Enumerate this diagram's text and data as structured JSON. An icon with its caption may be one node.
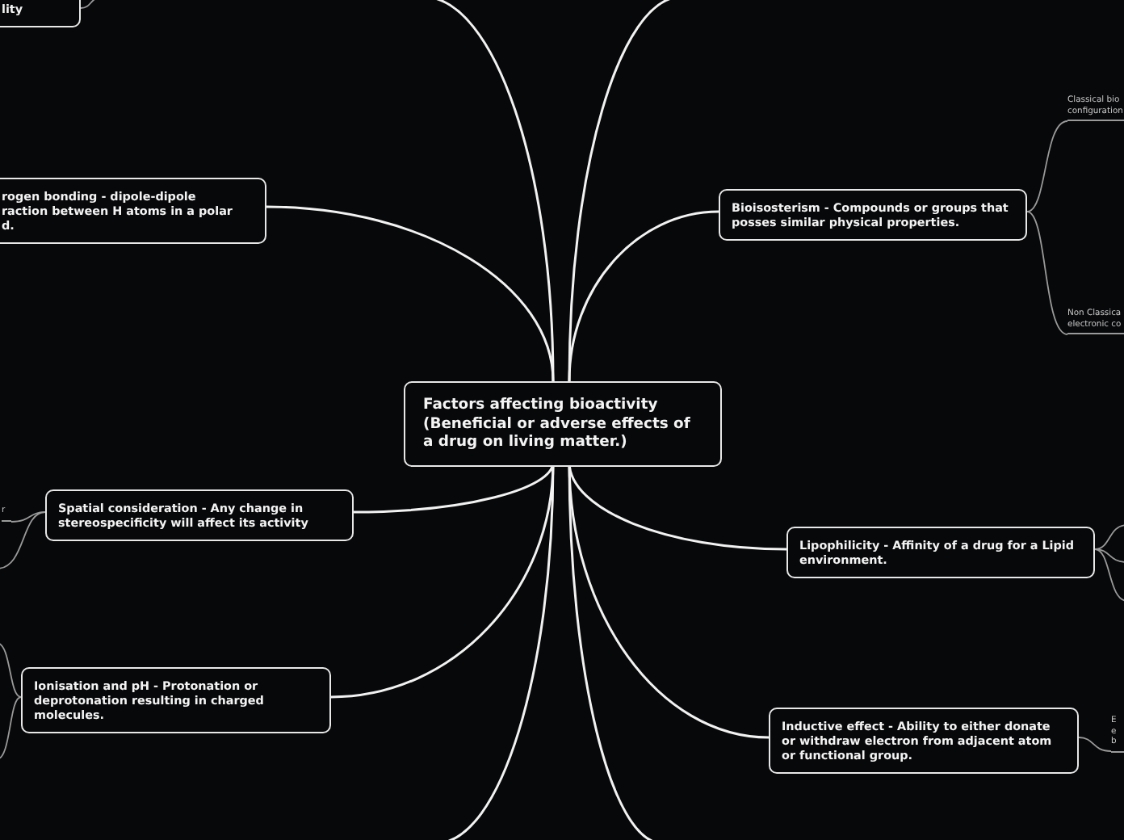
{
  "diagram": {
    "nodes": [
      {
        "text": [
          "Factors affecting bioactivity (Beneficial or adverse effects of a drug on living matter.)"
        ]
      },
      {
        "text": [
          "lity"
        ]
      },
      {
        "text": [
          "rogen bonding - dipole-dipole raction between H atoms in a polar d."
        ]
      },
      {
        "text": [
          "Bioisosterism - Compounds or groups that posses similar physical properties."
        ]
      },
      {
        "text": [
          "Classical bio configuration"
        ]
      },
      {
        "text": [
          "Non Classica electronic co"
        ]
      },
      {
        "text": [
          "Spatial consideration - Any change in stereospecificity will affect its activity"
        ]
      },
      {
        "text": [
          "r"
        ]
      },
      {
        "text": [
          "Lipophilicity  - Affinity of a drug for a Lipid environment."
        ]
      },
      {
        "text": [
          "Inductive effect - Ability to either donate or withdraw electron from adjacent atom or functional group."
        ]
      },
      {
        "text": [
          "E e b"
        ]
      },
      {
        "text": [
          "Ionisation and pH - Protonation or deprotonation resulting in charged molecules."
        ]
      }
    ],
    "edges": [
      {
        "from": 0,
        "to": 2,
        "arrow": "none"
      },
      {
        "from": 0,
        "to": 3,
        "arrow": "none"
      },
      {
        "from": 0,
        "to": 6,
        "arrow": "none"
      },
      {
        "from": 0,
        "to": 8,
        "arrow": "none"
      },
      {
        "from": 0,
        "to": 11,
        "arrow": "none"
      },
      {
        "from": 0,
        "to": 9,
        "arrow": "none"
      },
      {
        "from": 0,
        "to": null,
        "arrow": "none"
      },
      {
        "from": 0,
        "to": null,
        "arrow": "none"
      },
      {
        "from": 0,
        "to": null,
        "arrow": "none"
      },
      {
        "from": 0,
        "to": null,
        "arrow": "none"
      },
      {
        "from": 3,
        "to": 4,
        "arrow": "none"
      },
      {
        "from": 3,
        "to": 5,
        "arrow": "none"
      },
      {
        "from": 6,
        "to": 7,
        "arrow": "none"
      },
      {
        "from": 6,
        "to": null,
        "arrow": "none"
      },
      {
        "from": 8,
        "to": null,
        "arrow": "none"
      },
      {
        "from": 8,
        "to": null,
        "arrow": "none"
      },
      {
        "from": 8,
        "to": null,
        "arrow": "none"
      },
      {
        "from": 11,
        "to": null,
        "arrow": "none"
      },
      {
        "from": 11,
        "to": null,
        "arrow": "none"
      },
      {
        "from": 9,
        "to": 10,
        "arrow": "none"
      },
      {
        "from": 1,
        "to": null,
        "arrow": "none"
      }
    ]
  }
}
